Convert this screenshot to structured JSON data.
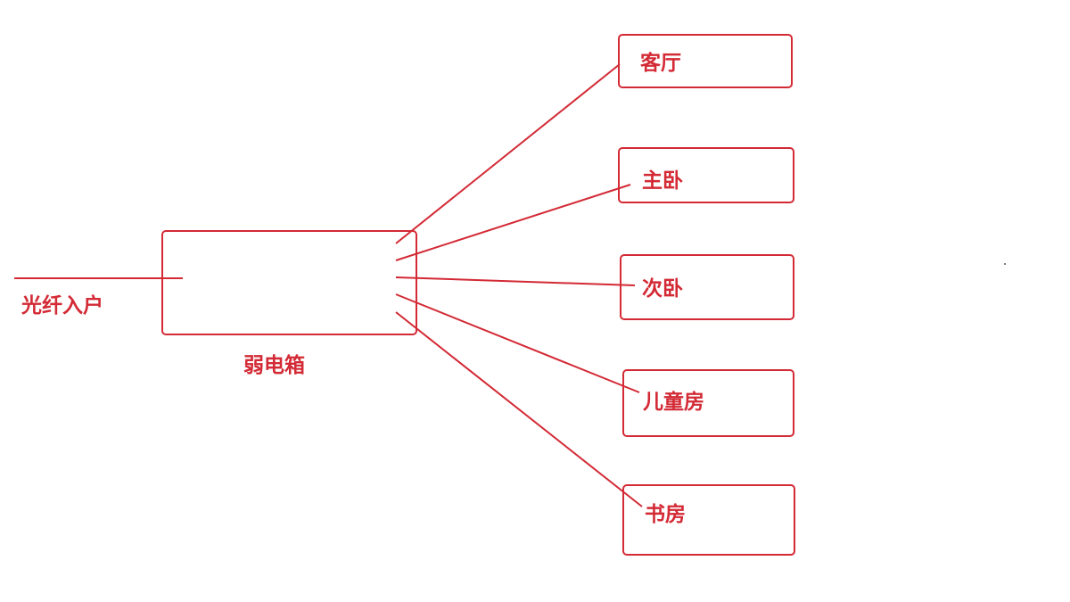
{
  "diagram": {
    "source_label": "光纤入户",
    "hub_label": "弱电箱",
    "rooms": [
      {
        "label": "客厅"
      },
      {
        "label": "主卧"
      },
      {
        "label": "次卧"
      },
      {
        "label": "儿童房"
      },
      {
        "label": "书房"
      }
    ],
    "colors": {
      "stroke": "#d32a35",
      "text": "#d32a35",
      "background": "#ffffff"
    }
  }
}
